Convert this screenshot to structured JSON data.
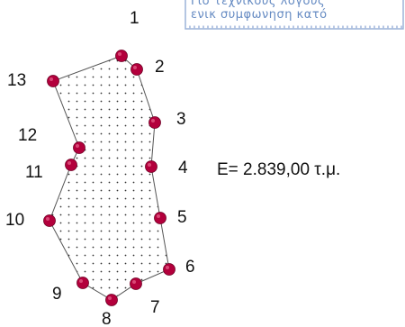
{
  "stamp": {
    "line_1": "Γιο τεχνικούς λόγους",
    "line_2": "ενικ συμφωνηση κατό",
    "ink_color": "#4a76b8"
  },
  "parcel": {
    "fill_pattern": "dotted",
    "stroke_color": "#555555",
    "vertex_color": "#b3003c",
    "vertices": [
      {
        "label": "1"
      },
      {
        "label": "2"
      },
      {
        "label": "3"
      },
      {
        "label": "4"
      },
      {
        "label": "5"
      },
      {
        "label": "6"
      },
      {
        "label": "7"
      },
      {
        "label": "8"
      },
      {
        "label": "9"
      },
      {
        "label": "10"
      },
      {
        "label": "11"
      },
      {
        "label": "12"
      },
      {
        "label": "13"
      }
    ]
  },
  "area_label": "E= 2.839,00 τ.μ."
}
